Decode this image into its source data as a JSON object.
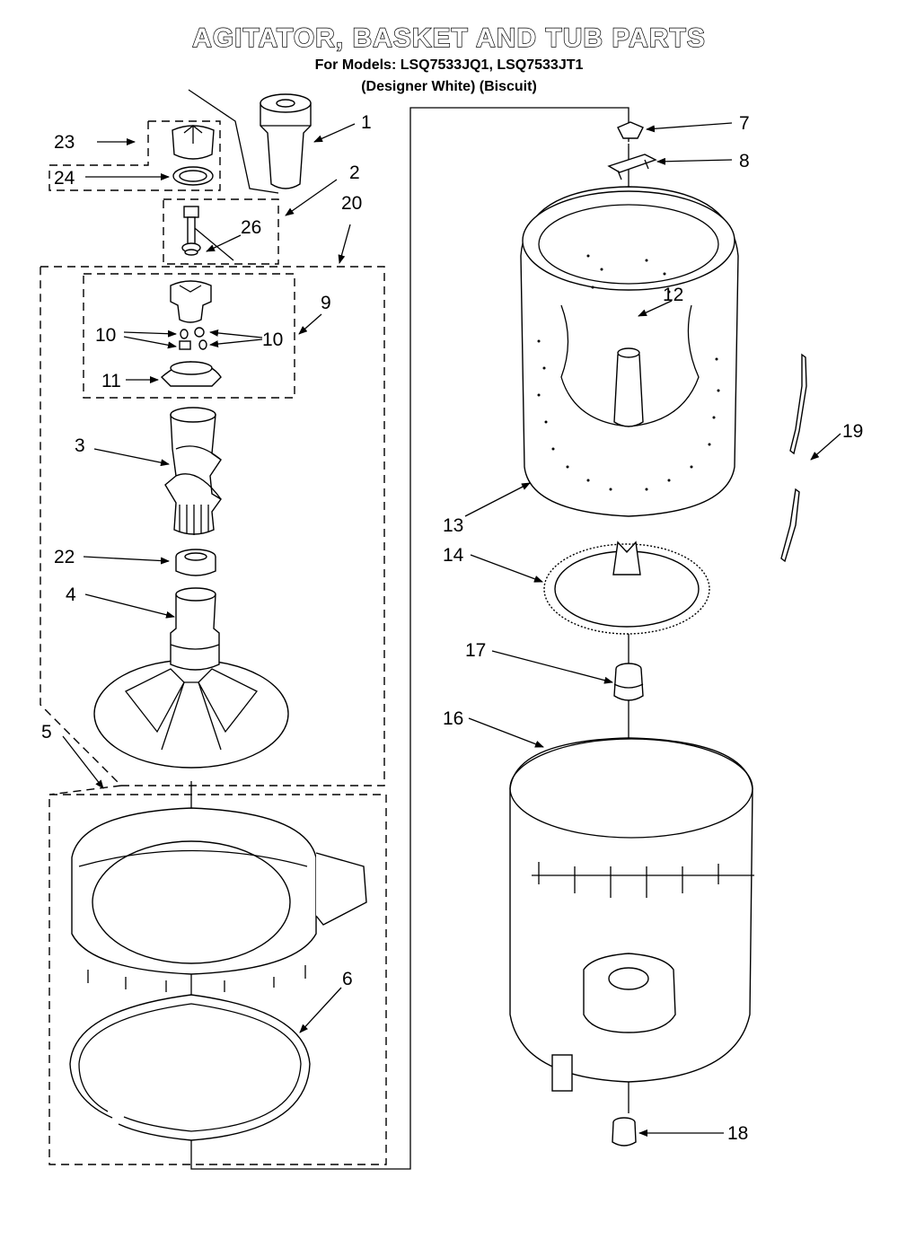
{
  "header": {
    "title": "AGITATOR, BASKET AND TUB PARTS",
    "models": "For Models: LSQ7533JQ1, LSQ7533JT1",
    "finish": "(Designer White)  (Biscuit)"
  },
  "callouts": {
    "c1": "1",
    "c2": "2",
    "c3": "3",
    "c4": "4",
    "c5": "5",
    "c6": "6",
    "c7": "7",
    "c8": "8",
    "c9": "9",
    "c10a": "10",
    "c10b": "10",
    "c11": "11",
    "c12": "12",
    "c13": "13",
    "c14": "14",
    "c16": "16",
    "c17": "17",
    "c18": "18",
    "c19": "19",
    "c20": "20",
    "c22": "22",
    "c23": "23",
    "c24": "24",
    "c26": "26"
  }
}
